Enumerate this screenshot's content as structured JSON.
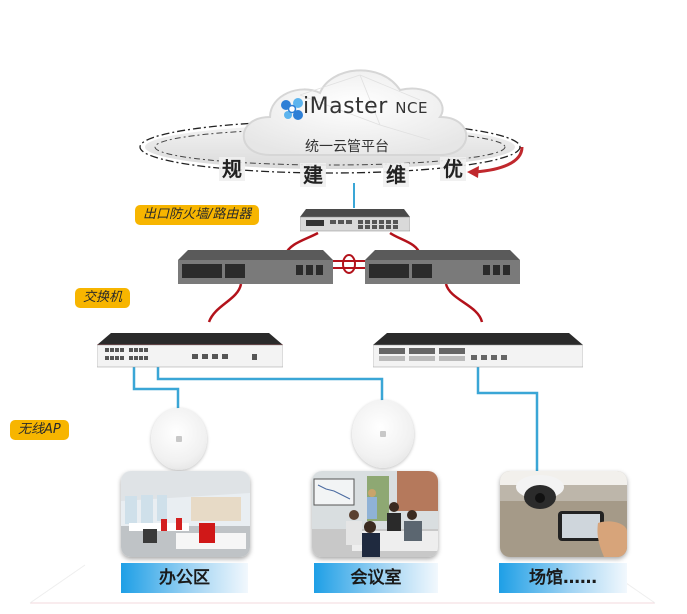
{
  "cloud": {
    "brand_name": "iMaster",
    "brand_suffix": "NCE",
    "subtitle": "统一云管平台",
    "cycle_steps": [
      "规",
      "建",
      "维",
      "优"
    ]
  },
  "layers": {
    "firewall_label": "出口防火墙/路由器",
    "switch_label": "交换机",
    "ap_label": "无线AP"
  },
  "scenes": [
    {
      "label": "办公区"
    },
    {
      "label": "会议室"
    },
    {
      "label": "场馆……"
    }
  ],
  "colors": {
    "tag_bg": "#f7b500",
    "uplink_blue": "#3aa6d6",
    "stack_red": "#b3121b",
    "cycle_arrow": "#c0282d",
    "label_blue": "#1e9fe6"
  }
}
